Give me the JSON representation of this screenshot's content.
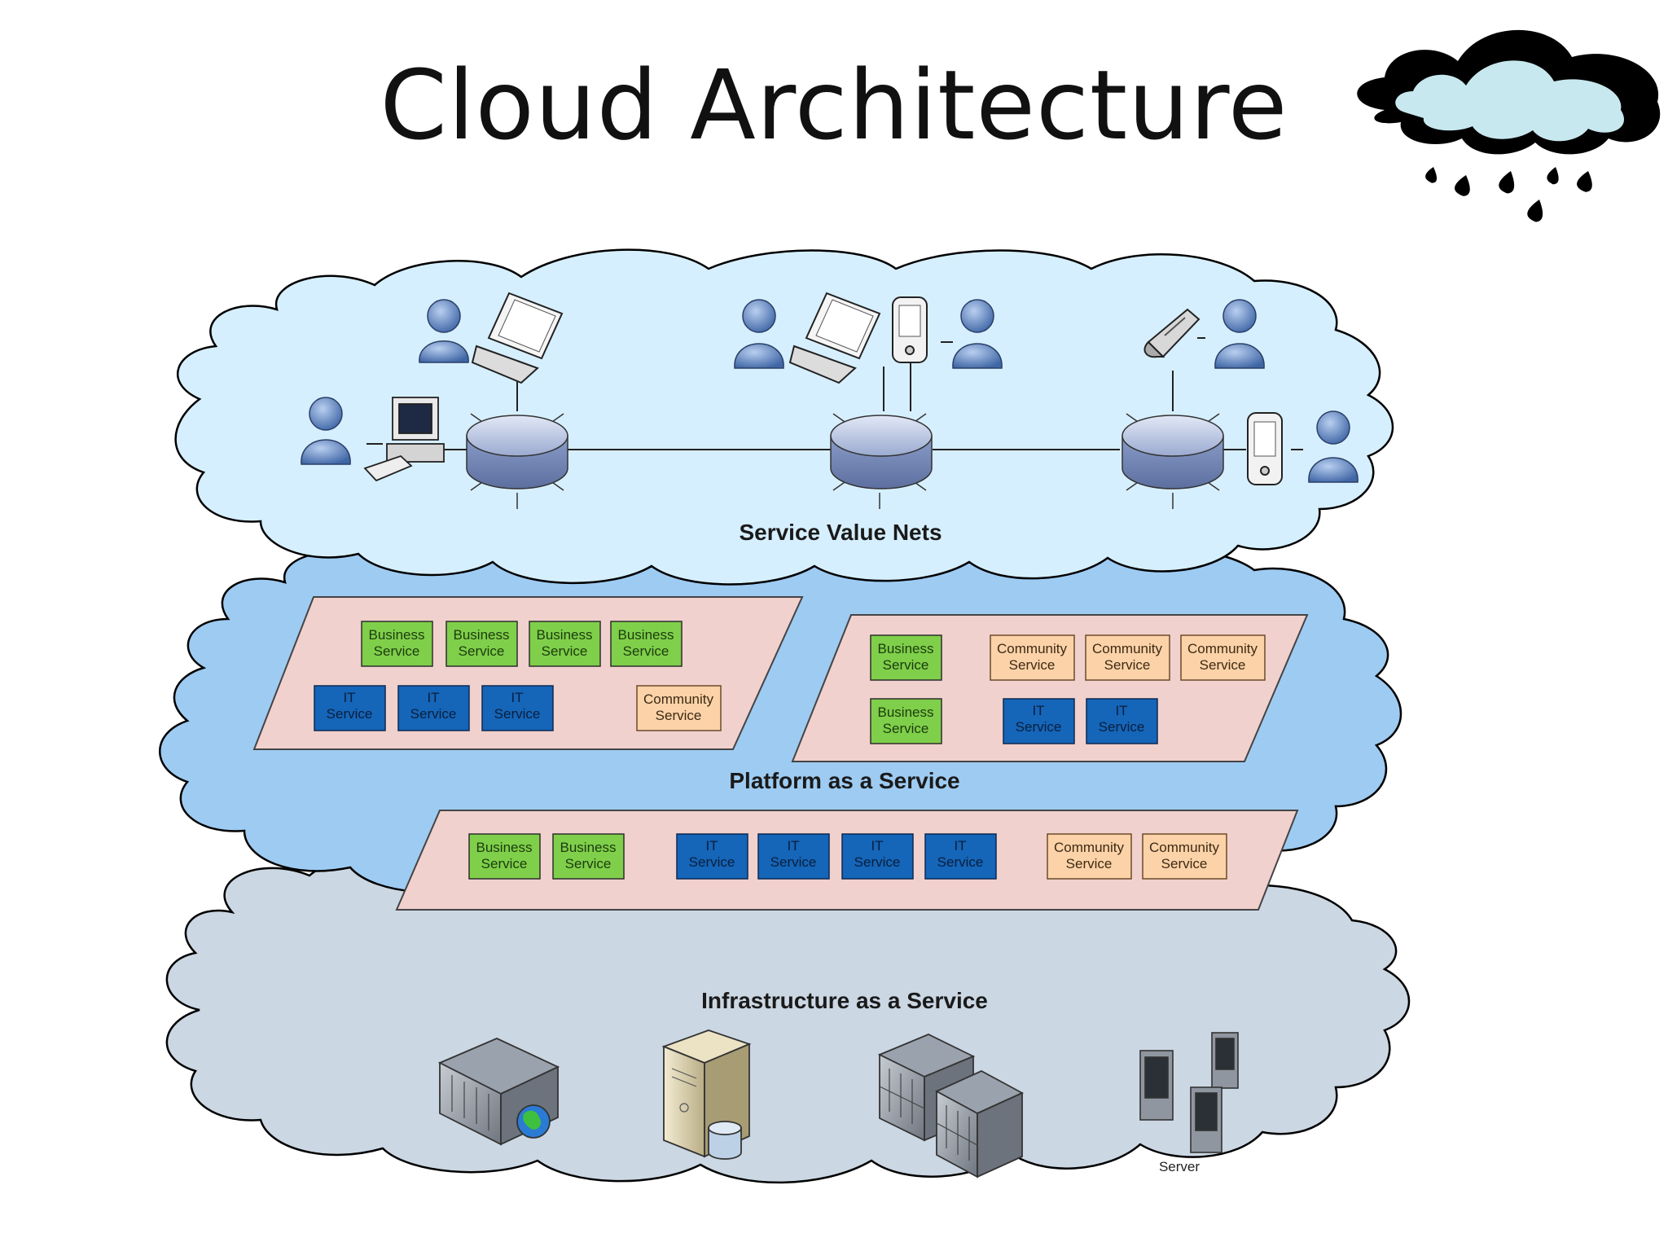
{
  "title": "Cloud Architecture",
  "colors": {
    "svn_cloud": "#d6efff",
    "paas_cloud": "#9ecbf2",
    "iaas_cloud": "#cbd7e3",
    "panel": "#f1d1cd",
    "business": "#7fcf4a",
    "it": "#1565b8",
    "community": "#fcd2a8",
    "hub": "#a9b7d9",
    "person": "#5b7fb8"
  },
  "layers": {
    "service_value_nets": "Service Value Nets",
    "paas": "Platform as a Service",
    "iaas": "Infrastructure as a Service"
  },
  "paas_panel_left": {
    "row1": [
      "Business\nService",
      "Business\nService",
      "Business\nService",
      "Business\nService"
    ],
    "row2": [
      "IT\nService",
      "IT\nService",
      "IT\nService"
    ],
    "community": "Community\nService"
  },
  "paas_panel_right": {
    "business": [
      "Business\nService",
      "Business\nService"
    ],
    "community": [
      "Community\nService",
      "Community\nService",
      "Community\nService"
    ],
    "it": [
      "IT\nService",
      "IT\nService"
    ]
  },
  "paas_panel_bottom": {
    "business": [
      "Business\nService",
      "Business\nService"
    ],
    "it": [
      "IT\nService",
      "IT\nService",
      "IT\nService",
      "IT\nService"
    ],
    "community": [
      "Community\nService",
      "Community\nService"
    ]
  },
  "iaas_server_label": "Server",
  "icons": [
    "rain-cloud-icon",
    "person-icon",
    "laptop-icon",
    "desktop-computer-icon",
    "pda-icon",
    "mobile-phone-icon",
    "network-hub-icon",
    "web-server-icon",
    "database-server-icon",
    "server-rack-icon",
    "server-tower-icon"
  ]
}
